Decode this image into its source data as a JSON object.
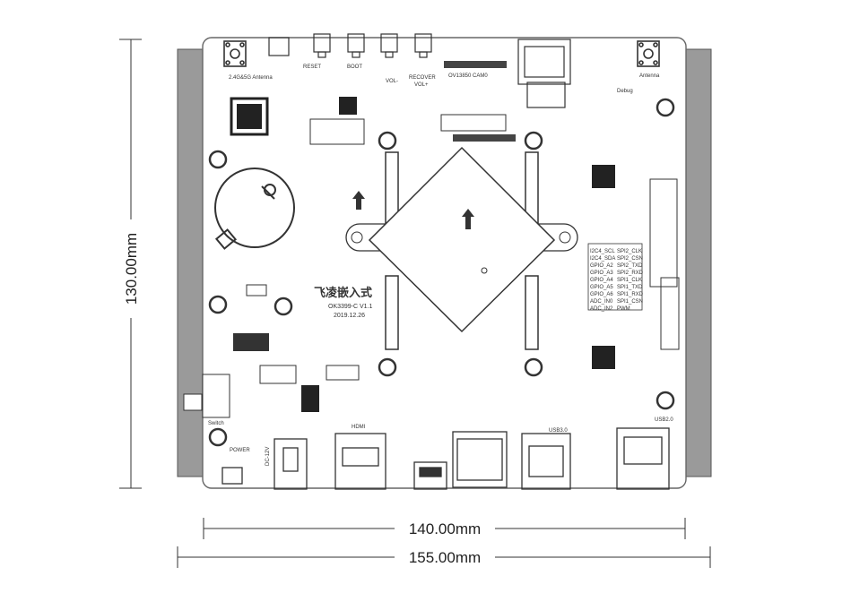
{
  "dimensions": {
    "height_label": "130.00mm",
    "inner_width_label": "140.00mm",
    "outer_width_label": "155.00mm"
  },
  "board": {
    "brand_name": "飞凌嵌入式",
    "model": "OK3399-C V1.1",
    "date": "2019.12.26",
    "labels": {
      "antenna_left": "2.4G&5G Antenna",
      "antenna_right": "Antenna",
      "reset": "RESET",
      "boot": "BOOT",
      "vol_minus": "VOL-",
      "recover": "RECOVER",
      "vol_plus": "VOL+",
      "camera": "OV13850 CAM0",
      "debug": "Debug",
      "switch": "Switch",
      "power": "POWER",
      "dc": "DC-12V",
      "hdmi": "HDMI",
      "usb3": "USB3.0",
      "usb2": "USB2.0"
    },
    "gpio_table": [
      [
        "I2C4_SCL",
        "SPI2_CLK"
      ],
      [
        "I2C4_SDA",
        "SPI2_CSN"
      ],
      [
        "GPIO_A2",
        "SPI2_TXD"
      ],
      [
        "GPIO_A3",
        "SPI2_RXD"
      ],
      [
        "GPIO_A4",
        "SPI1_CLK"
      ],
      [
        "GPIO_A5",
        "SPI1_TXD"
      ],
      [
        "GPIO_A6",
        "SPI1_RXD"
      ],
      [
        "ADC_IN0",
        "SPI1_CSN"
      ],
      [
        "ADC_IN2",
        "PWM"
      ]
    ]
  },
  "colors": {
    "outline": "#5a5a5a",
    "silk": "#222222",
    "rail": "#9a9a9a"
  }
}
